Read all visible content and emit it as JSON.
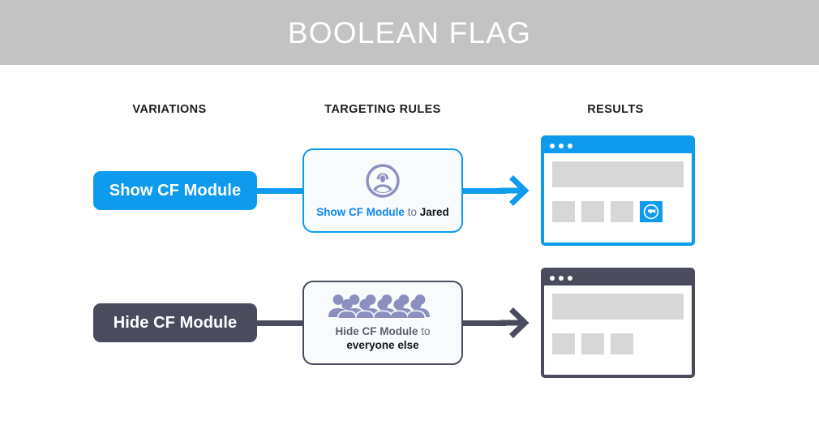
{
  "header": {
    "title": "BOOLEAN FLAG",
    "background_color": "#c3c3c3",
    "text_color": "#ffffff"
  },
  "columns": {
    "variations": "VARIATIONS",
    "targeting_rules": "TARGETING RULES",
    "results": "RESULTS"
  },
  "colors": {
    "accent_blue": "#0f9bed",
    "text_blue": "#0f87e8",
    "slate": "#4a4c5e",
    "icon_purple": "#8b90c0",
    "placeholder_gray": "#d7d7d7",
    "card_fill": "#f8fafc"
  },
  "rows": [
    {
      "id": "show",
      "variation_label": "Show CF Module",
      "variation_color": "#0f9bed",
      "rule_icon": "single-user-icon",
      "rule_text": {
        "flag": "Show CF Module",
        "connector": "to",
        "audience": "Jared"
      },
      "arrow_color": "#0f9bed",
      "result": {
        "frame_color": "#0f9bed",
        "window_dots": 3,
        "tiles": [
          {
            "type": "placeholder"
          },
          {
            "type": "placeholder"
          },
          {
            "type": "placeholder"
          },
          {
            "type": "cf-module",
            "icon": "chat-bubble-icon"
          }
        ]
      }
    },
    {
      "id": "hide",
      "variation_label": "Hide CF Module",
      "variation_color": "#4a4c5e",
      "rule_icon": "crowd-of-people-icon",
      "rule_text": {
        "flag": "Hide CF Module",
        "connector": "to",
        "audience": "everyone else"
      },
      "arrow_color": "#4a4c5e",
      "result": {
        "frame_color": "#4a4c5e",
        "window_dots": 3,
        "tiles": [
          {
            "type": "placeholder"
          },
          {
            "type": "placeholder"
          },
          {
            "type": "placeholder"
          }
        ]
      }
    }
  ]
}
